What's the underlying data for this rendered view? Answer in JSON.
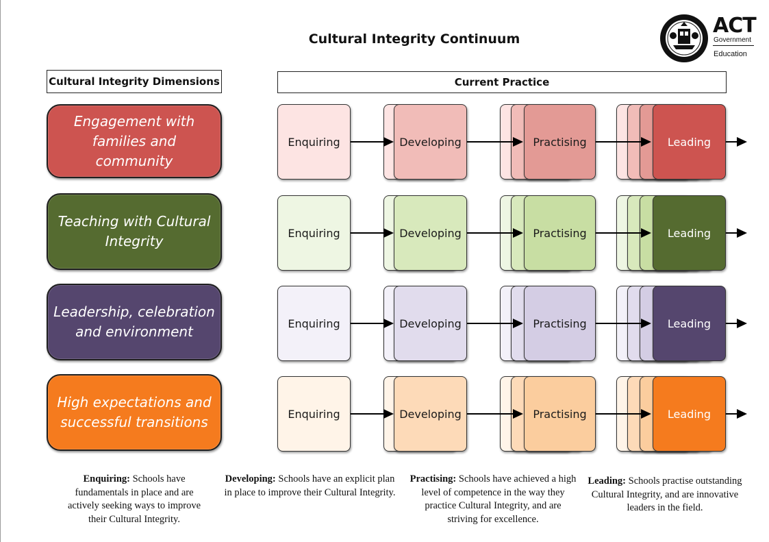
{
  "title": "Cultural Integrity Continuum",
  "logo": {
    "name": "ACT",
    "line1": "Government",
    "line2": "Education"
  },
  "headers": {
    "dimensions": "Cultural Integrity Dimensions",
    "practice": "Current Practice"
  },
  "stages": [
    "Enquiring",
    "Developing",
    "Practising",
    "Leading"
  ],
  "rows": [
    {
      "dimension": "Engagement with families and community",
      "accent": "#cd5450",
      "shades": [
        "#fde4e3",
        "#f1bcb8",
        "#e39a95",
        "#cd5450"
      ],
      "leading_text": "#ffffff"
    },
    {
      "dimension": "Teaching with Cultural Integrity",
      "accent": "#556b30",
      "shades": [
        "#eef6e3",
        "#d8e9bc",
        "#c8dea3",
        "#556b30"
      ],
      "leading_text": "#ffffff"
    },
    {
      "dimension": "Leadership, celebration and environment",
      "accent": "#55466e",
      "shades": [
        "#f3f1f9",
        "#e1dced",
        "#d4cde4",
        "#55466e"
      ],
      "leading_text": "#ffffff"
    },
    {
      "dimension": "High expectations and successful transitions",
      "accent": "#f57b1e",
      "shades": [
        "#fff4e8",
        "#fddab8",
        "#fbcd9e",
        "#f57b1e"
      ],
      "leading_text": "#ffffff"
    }
  ],
  "descriptions": [
    {
      "term": "Enquiring:",
      "text": " Schools have fundamentals in place and are actively seeking ways to improve their Cultural Integrity."
    },
    {
      "term": "Developing:",
      "text": " Schools have an explicit plan in place to improve their Cultural Integrity."
    },
    {
      "term": "Practising:",
      "text": " Schools have achieved a high level of competence in the way they practice Cultural Integrity, and are striving for excellence."
    },
    {
      "term": "Leading:",
      "text": " Schools practise outstanding Cultural Integrity, and are innovative leaders in the field."
    }
  ]
}
